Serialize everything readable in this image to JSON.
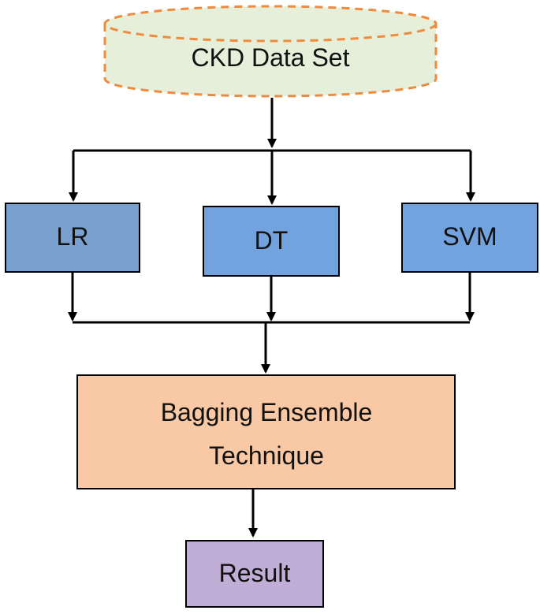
{
  "diagram": {
    "nodes": {
      "dataset": {
        "label": "CKD Data Set",
        "shape": "cylinder",
        "fill": "#e6efd9",
        "stroke": "#f08a3c"
      },
      "lr": {
        "label": "LR",
        "shape": "rect",
        "fill": "#7aa0cf",
        "stroke": "#000000"
      },
      "dt": {
        "label": "DT",
        "shape": "rect",
        "fill": "#72a3de",
        "stroke": "#000000"
      },
      "svm": {
        "label": "SVM",
        "shape": "rect",
        "fill": "#72a3de",
        "stroke": "#000000"
      },
      "bagging": {
        "label_line1": "Bagging Ensemble",
        "label_line2": "Technique",
        "shape": "rect",
        "fill": "#f8c9a4",
        "stroke": "#000000"
      },
      "result": {
        "label": "Result",
        "shape": "rect",
        "fill": "#c0aed6",
        "stroke": "#000000"
      }
    },
    "edges": [
      {
        "from": "dataset",
        "to": "lr"
      },
      {
        "from": "dataset",
        "to": "dt"
      },
      {
        "from": "dataset",
        "to": "svm"
      },
      {
        "from": "lr",
        "to": "bagging"
      },
      {
        "from": "dt",
        "to": "bagging"
      },
      {
        "from": "svm",
        "to": "bagging"
      },
      {
        "from": "bagging",
        "to": "result"
      }
    ]
  }
}
